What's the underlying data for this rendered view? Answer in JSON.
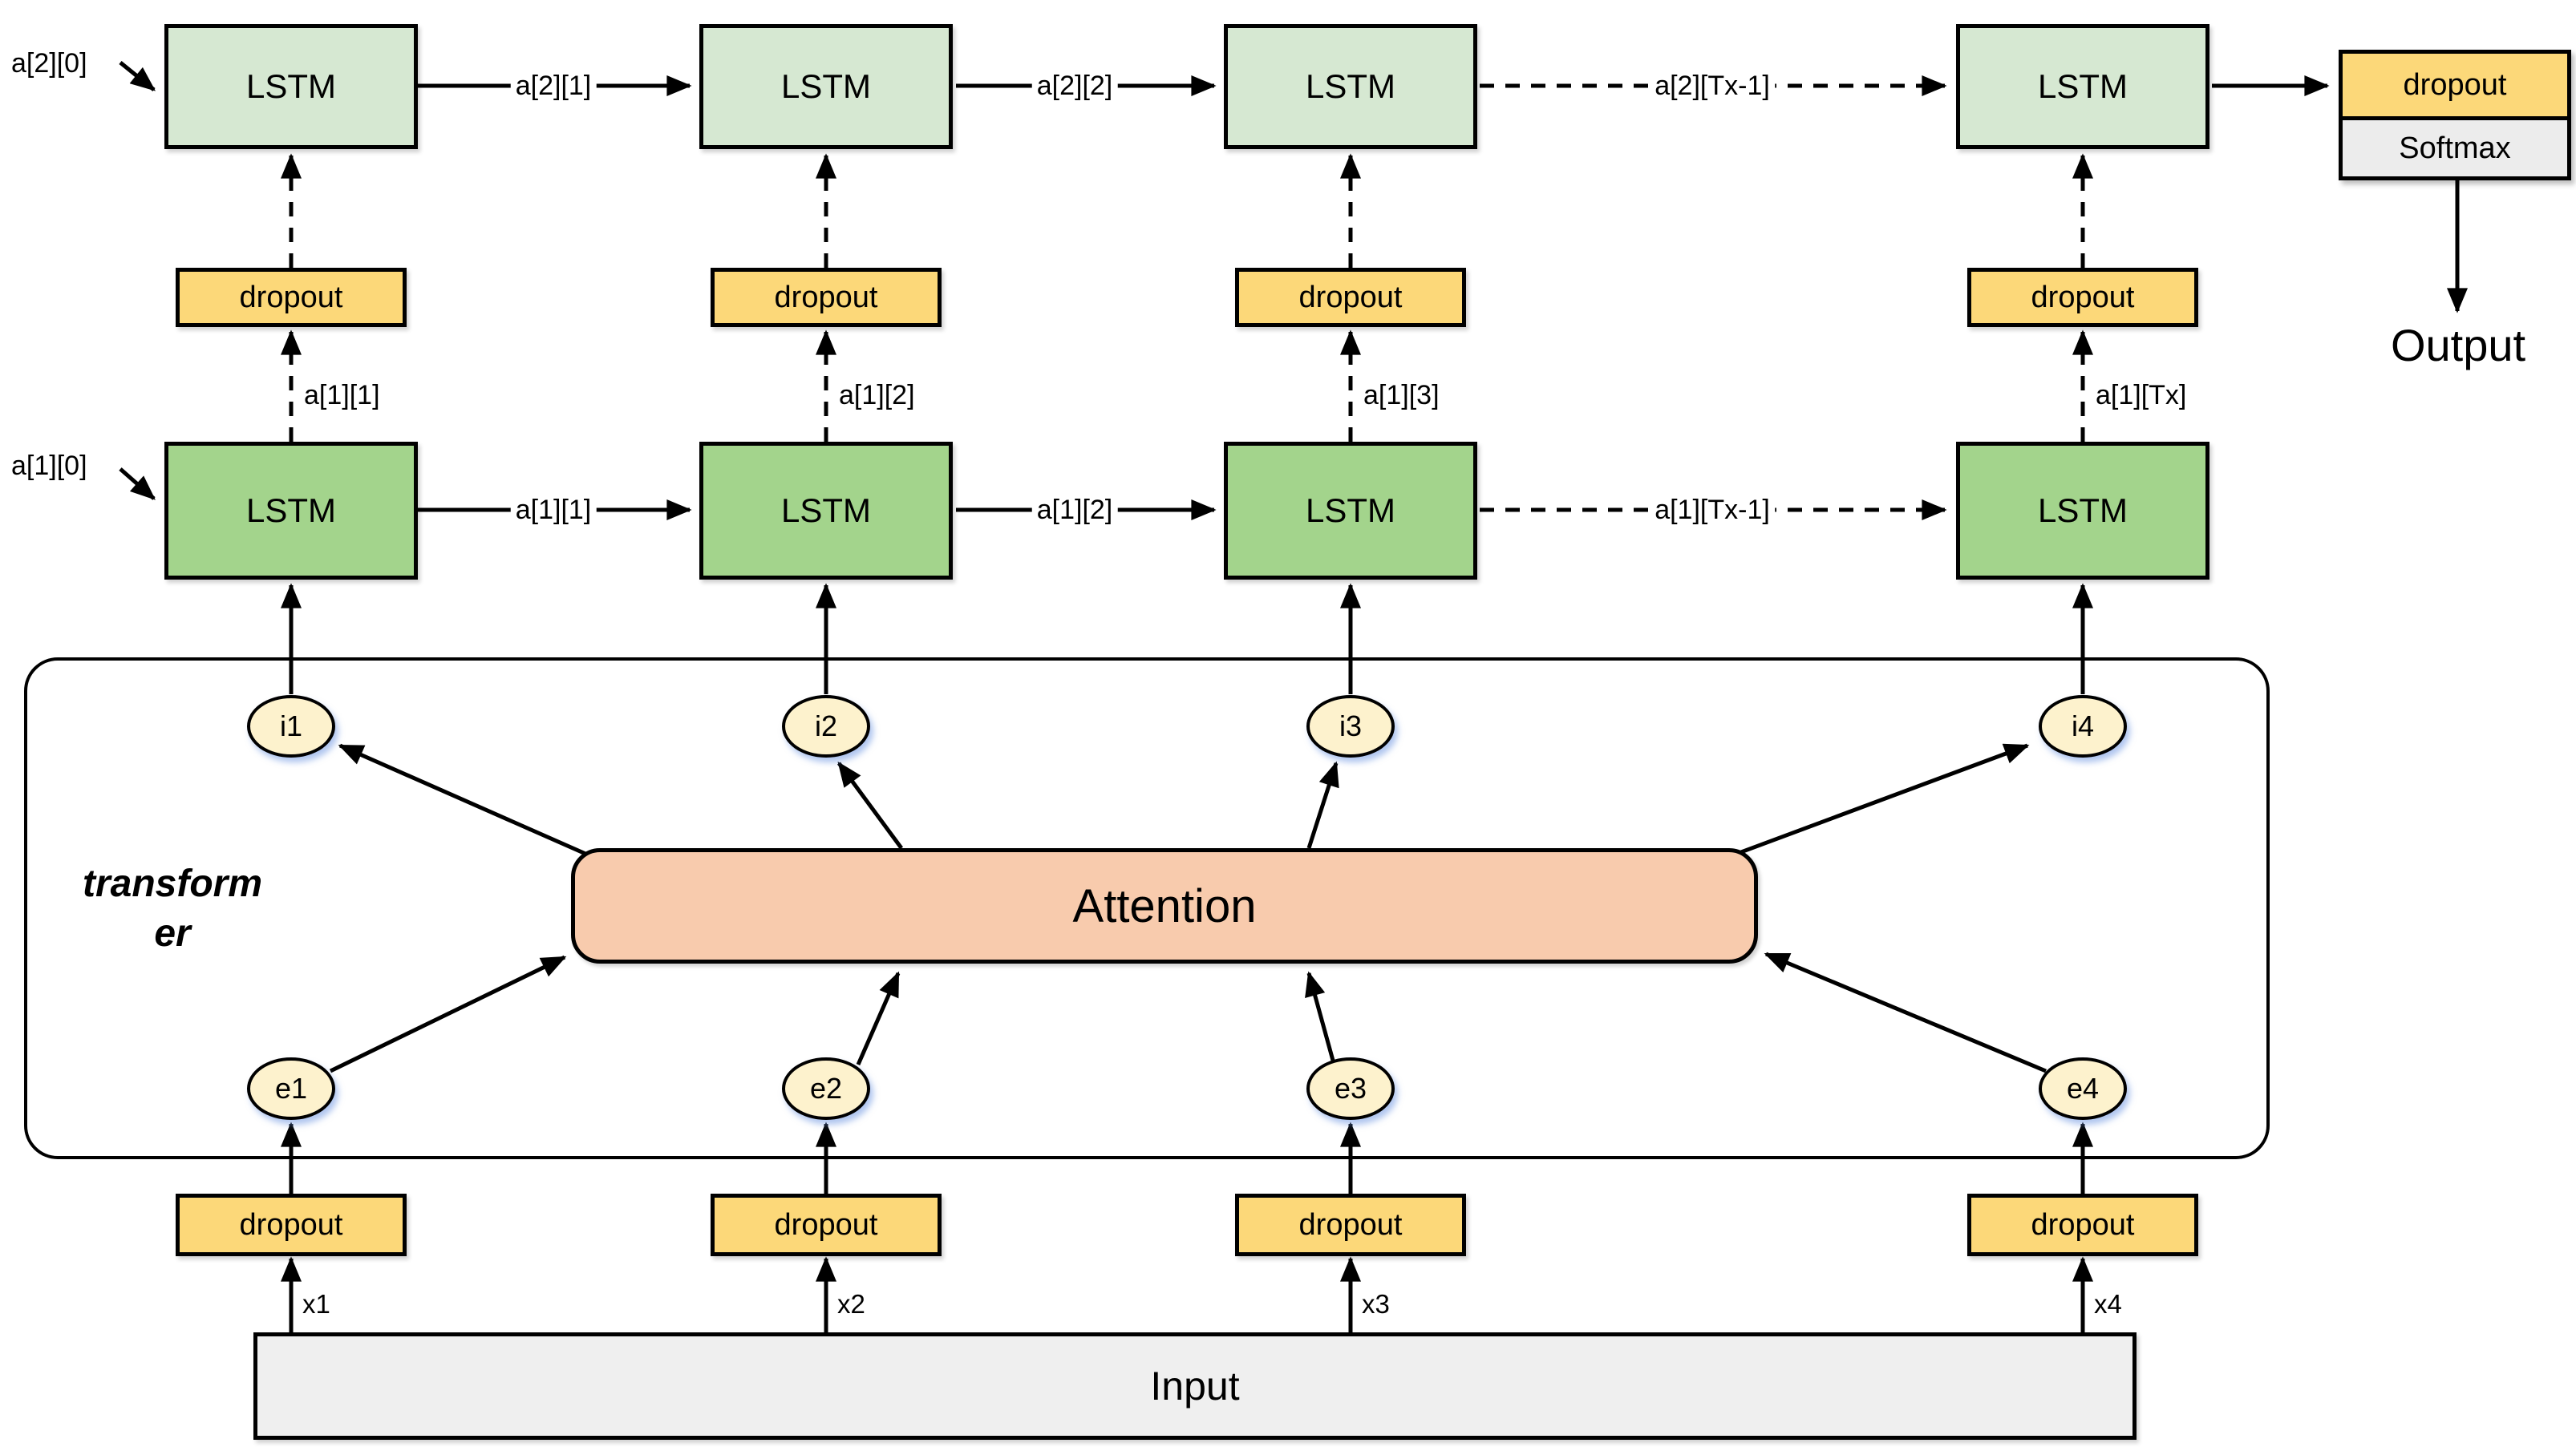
{
  "colors": {
    "lstm_top_fill": "#d6e8d2",
    "lstm_bottom_fill": "#a3d48c",
    "dropout_fill": "#fcd879",
    "softmax_fill": "#ececec",
    "attention_fill": "#f8cbad",
    "node_fill": "#fdf2cd",
    "input_fill": "#efefef",
    "stroke": "#000000"
  },
  "nodes": {
    "lstm_row1": [
      "LSTM",
      "LSTM",
      "LSTM",
      "LSTM"
    ],
    "lstm_row2": [
      "LSTM",
      "LSTM",
      "LSTM",
      "LSTM"
    ],
    "dropout_mid": [
      "dropout",
      "dropout",
      "dropout",
      "dropout"
    ],
    "dropout_bottom": [
      "dropout",
      "dropout",
      "dropout",
      "dropout"
    ],
    "i_nodes": [
      "i1",
      "i2",
      "i3",
      "i4"
    ],
    "e_nodes": [
      "e1",
      "e2",
      "e3",
      "e4"
    ],
    "attention": "Attention",
    "input": "Input",
    "output_stack": {
      "dropout": "dropout",
      "softmax": "Softmax"
    },
    "transformer_line1": "transform",
    "transformer_line2": "er"
  },
  "labels": {
    "output": "Output",
    "row1_init": "a[2][0]",
    "row2_init": "a[1][0]",
    "row1_links": [
      "a[2][1]",
      "a[2][2]",
      "a[2][Tx-1]"
    ],
    "row2_links": [
      "a[1][1]",
      "a[1][2]",
      "a[1][Tx-1]"
    ],
    "hidden_out": [
      "a[1][1]",
      "a[1][2]",
      "a[1][3]",
      "a[1][Tx]"
    ],
    "inputs": [
      "x1",
      "x2",
      "x3",
      "x4"
    ]
  }
}
